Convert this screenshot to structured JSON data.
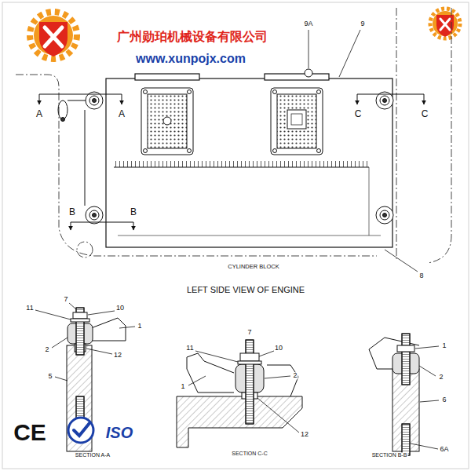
{
  "diagram": {
    "labels": [
      "广州勋珀机械设备有限公司",
      "www.xunpojx.com",
      "9A",
      "9",
      "A",
      "A",
      "C",
      "C",
      "B",
      "B",
      "CYLINDER BLOCK",
      "8",
      "LEFT SIDE VIEW OF ENGINE",
      "7",
      "11",
      "10",
      "1",
      "2",
      "12",
      "5",
      "SECTION A-A",
      "11",
      "7",
      "10",
      "2",
      "1",
      "12",
      "SECTION C-C",
      "1",
      "2",
      "6",
      "6A",
      "SECTION B-B",
      "CE",
      "ISO"
    ]
  }
}
